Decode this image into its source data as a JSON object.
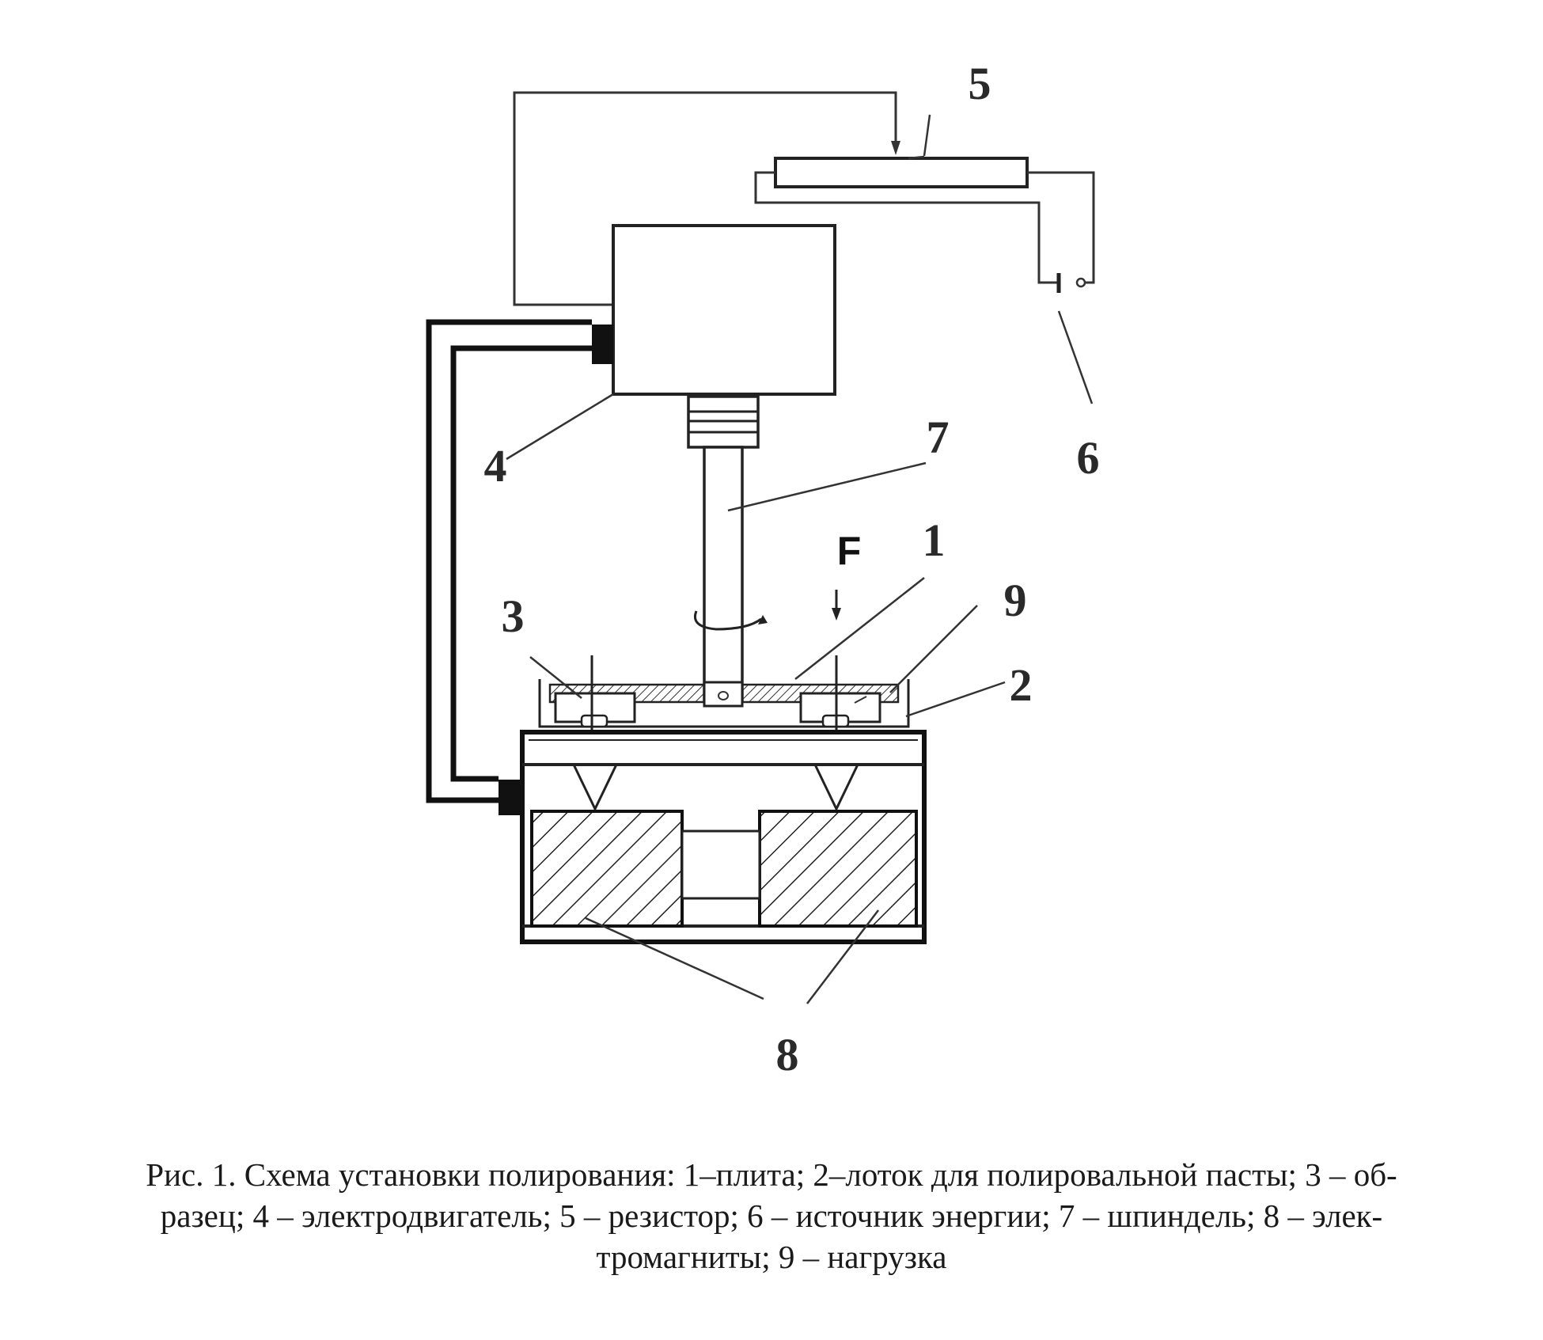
{
  "figure": {
    "labels": {
      "l1": "1",
      "l2": "2",
      "l3": "3",
      "l4": "4",
      "l5": "5",
      "l6": "6",
      "l7": "7",
      "l8": "8",
      "l9": "9",
      "force": "F"
    },
    "caption_lines": [
      "Рис. 1. Схема установки полирования: 1–плита; 2–лоток для полировальной пасты; 3 – об-",
      "разец; 4 – электродвигатель; 5 – резистор; 6 – источник энергии; 7 – шпиндель; 8 – элек-",
      "тромагниты; 9 – нагрузка"
    ]
  }
}
